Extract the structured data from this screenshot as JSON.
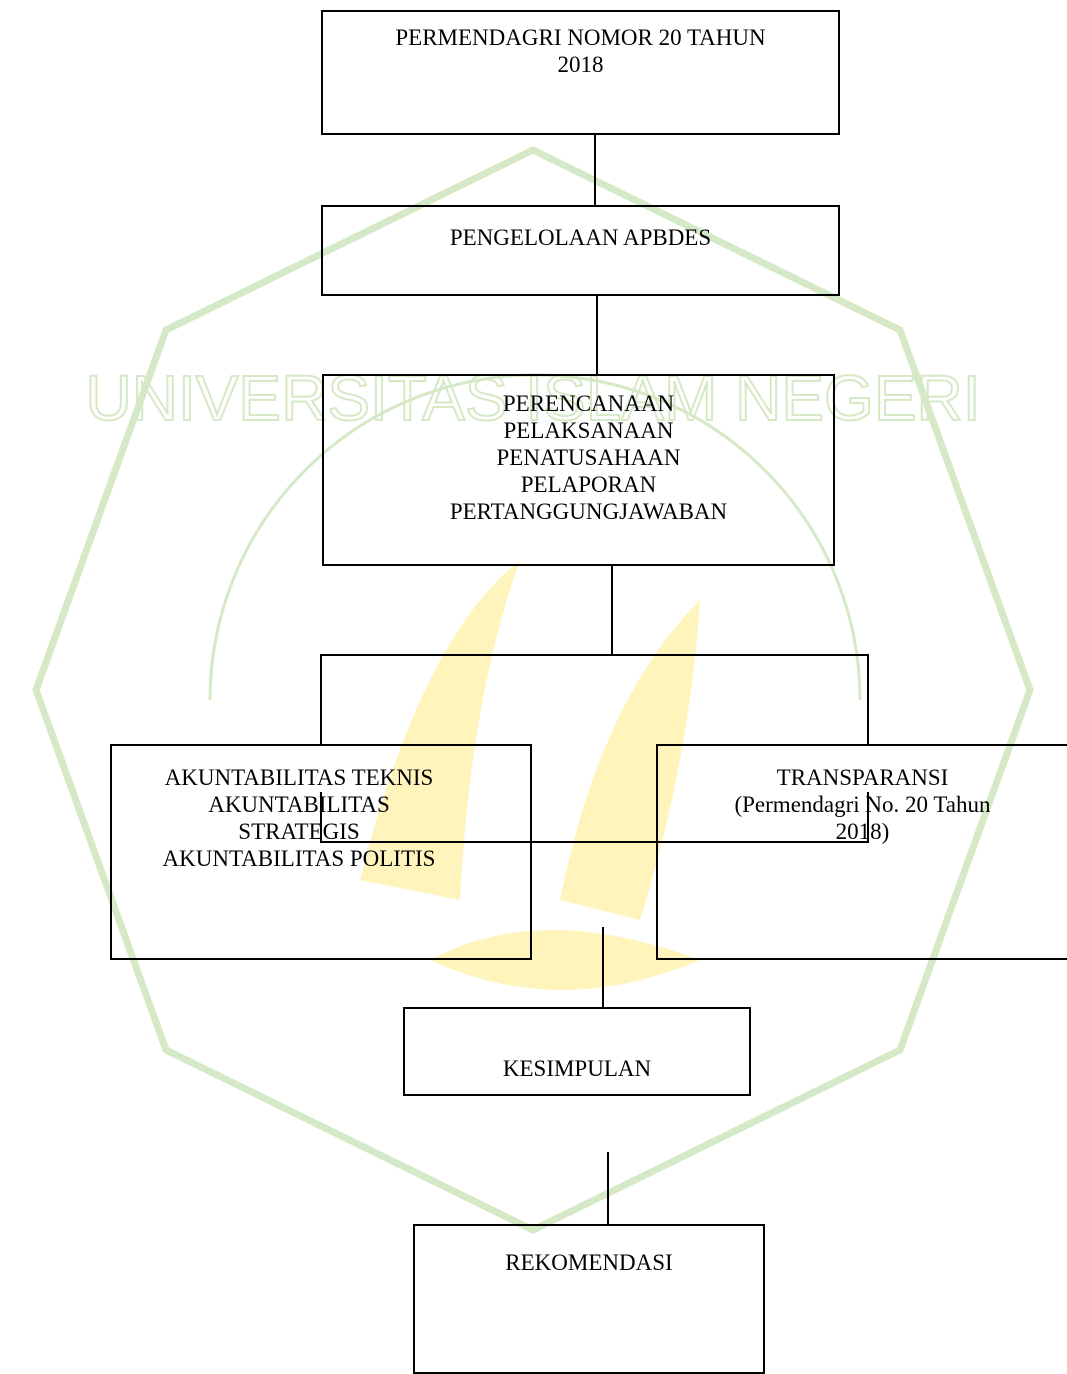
{
  "watermark": {
    "color": "#d6e9c6",
    "emblem_color": "#fff3b0"
  },
  "diagram": {
    "regulation": {
      "lines": [
        "PERMENDAGRI NOMOR 20 TAHUN",
        "2018"
      ]
    },
    "management": {
      "label": "PENGELOLAAN APBDES"
    },
    "stages": {
      "lines": [
        "PERENCANAAN",
        "PELAKSANAAN",
        "PENATUSAHAAN",
        "PELAPORAN",
        "PERTANGGUNGJAWABAN"
      ]
    },
    "accountability": {
      "lines": [
        "AKUNTABILITAS TEKNIS",
        "AKUNTABILITAS",
        "STRATEGIS",
        "AKUNTABILITAS POLITIS"
      ]
    },
    "transparency": {
      "lines": [
        "TRANSPARANSI",
        "(Permendagri No. 20 Tahun",
        "2018)"
      ]
    },
    "conclusion": {
      "label": "KESIMPULAN"
    },
    "recommendation": {
      "label": "REKOMENDASI"
    }
  }
}
